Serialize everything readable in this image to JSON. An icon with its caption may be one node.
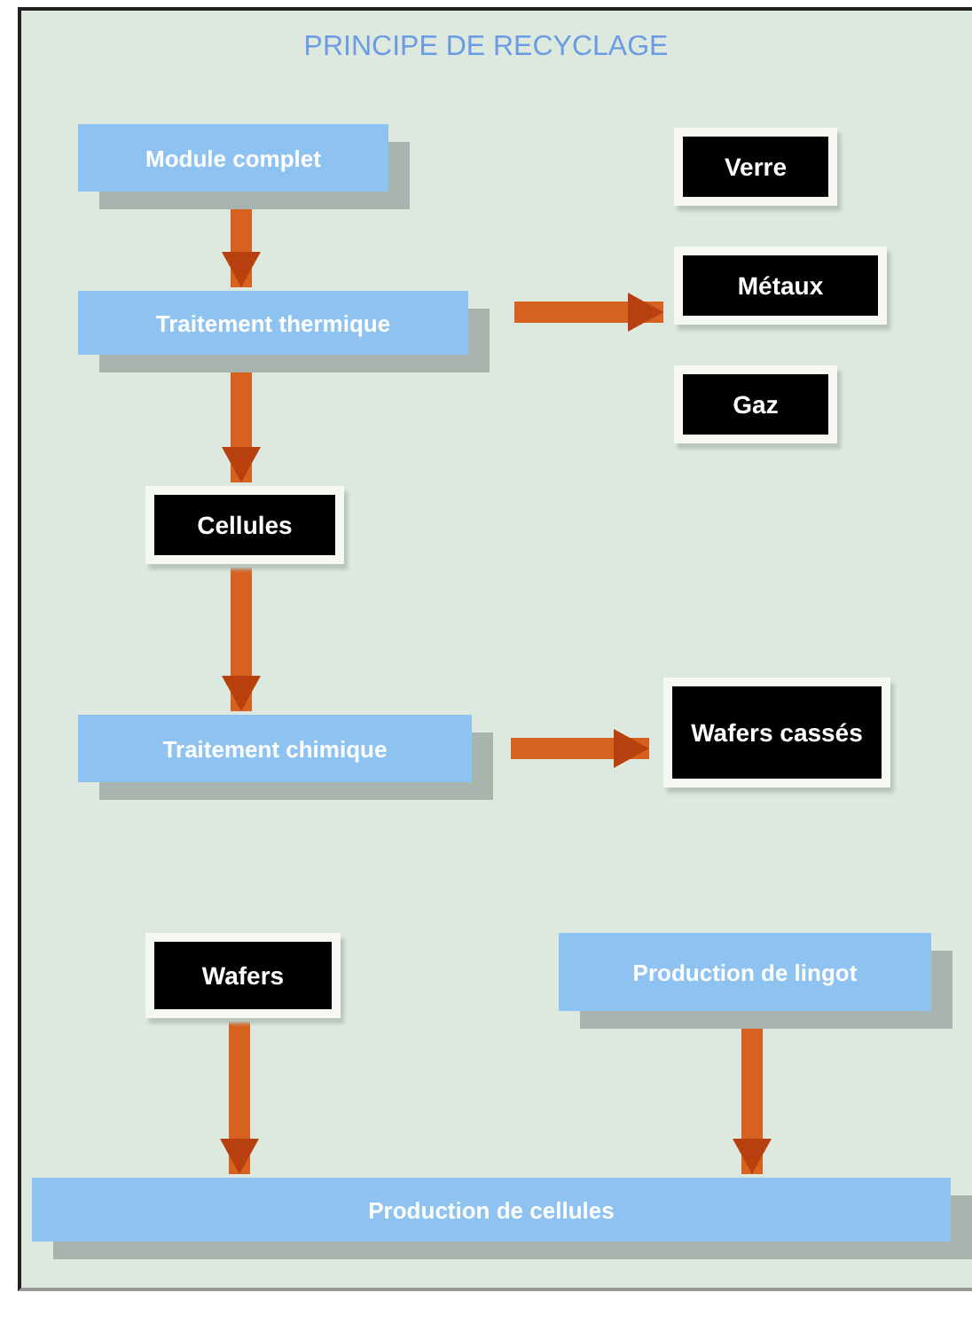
{
  "diagram": {
    "title": "PRINCIPE DE RECYCLAGE",
    "nodes": [
      {
        "text": [
          "Module complet"
        ]
      },
      {
        "text": [
          "Traitement thermique"
        ]
      },
      {
        "text": [
          "Verre"
        ]
      },
      {
        "text": [
          "Métaux"
        ]
      },
      {
        "text": [
          "Gaz"
        ]
      },
      {
        "text": [
          "Cellules"
        ]
      },
      {
        "text": [
          "Traitement chimique"
        ]
      },
      {
        "text": [
          "Wafers cassés"
        ]
      },
      {
        "text": [
          "Wafers"
        ]
      },
      {
        "text": [
          "Production de lingot"
        ]
      },
      {
        "text": [
          "Production de cellules"
        ]
      }
    ],
    "edges": [
      {
        "from": 0,
        "to": 1,
        "arrow": "to"
      },
      {
        "from": 1,
        "to": 5,
        "arrow": "to"
      },
      {
        "from": 1,
        "to": 3,
        "arrow": "to"
      },
      {
        "from": 5,
        "to": 6,
        "arrow": "to"
      },
      {
        "from": 6,
        "to": 7,
        "arrow": "to"
      },
      {
        "from": 8,
        "to": 10,
        "arrow": "to"
      },
      {
        "from": 9,
        "to": 10,
        "arrow": "to"
      }
    ]
  }
}
